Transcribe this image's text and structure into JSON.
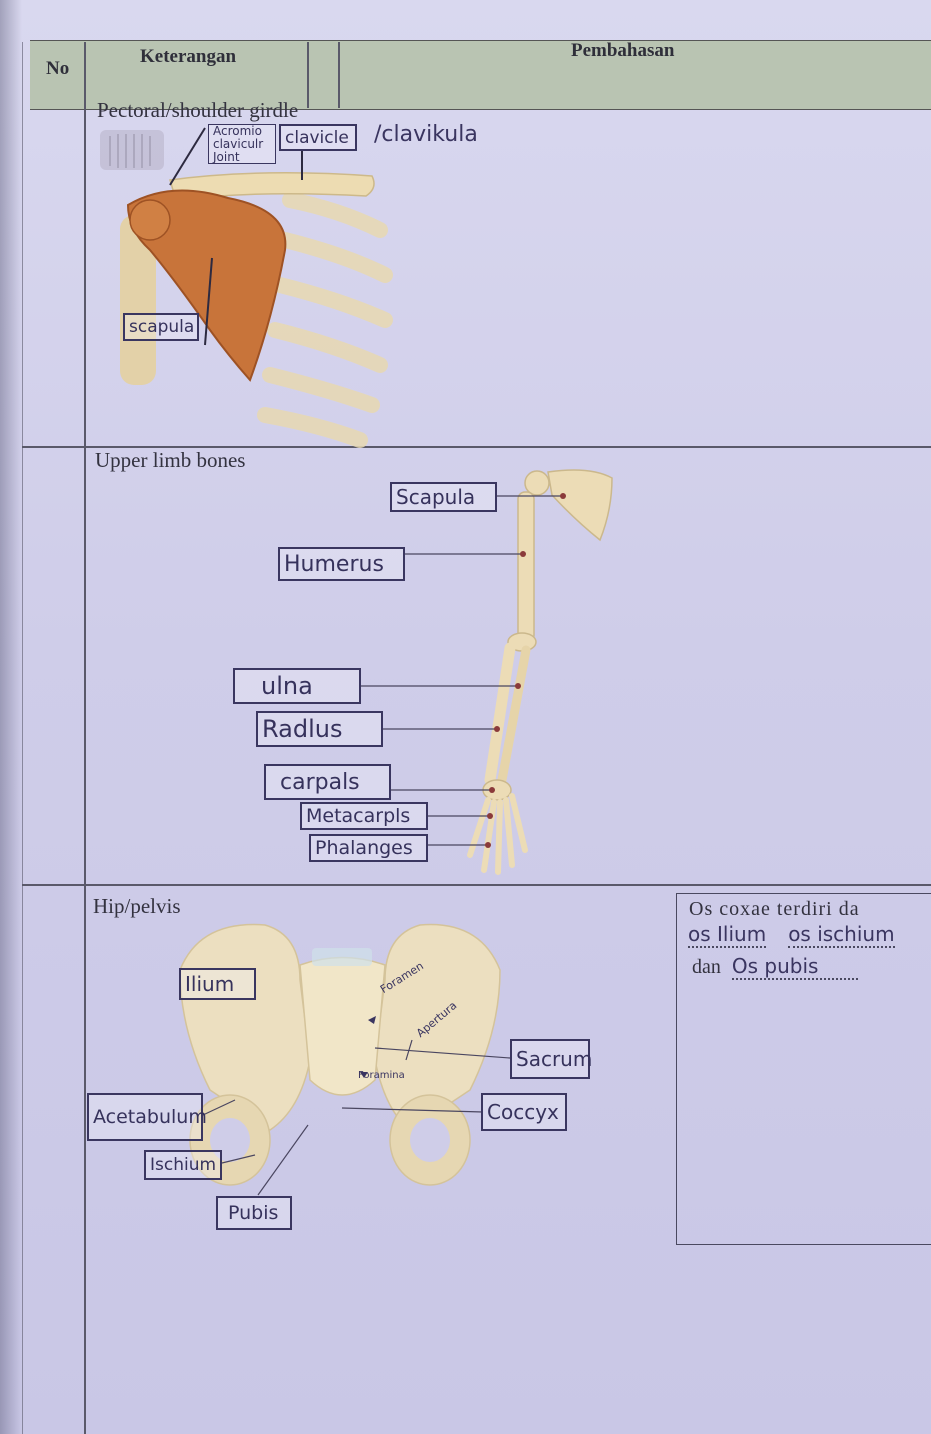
{
  "table": {
    "headers": {
      "no": "No",
      "keterangan": "Keterangan",
      "pembahasan": "Pembahasan"
    }
  },
  "sections": {
    "pectoral": {
      "title": "Pectoral/shoulder girdle",
      "labels": {
        "acromio": "Acromio claviculr Joint",
        "clavicle": "clavicle",
        "clavicle_note": "/clavikula",
        "scapula": "scapula"
      }
    },
    "upper_limb": {
      "title": "Upper limb bones",
      "labels": {
        "scapula": "Scapula",
        "humerus": "Humerus",
        "ulna": "ulna",
        "radius": "Radlus",
        "carpals": "carpals",
        "metacarpals": "Metacarpls",
        "phalanges": "Phalanges"
      }
    },
    "hip": {
      "title": "Hip/pelvis",
      "labels": {
        "ilium": "Ilium",
        "acetabulum": "Acetabulum",
        "ischium": "Ischium",
        "pubis": "Pubis",
        "sacrum": "Sacrum",
        "coccyx": "Coccyx",
        "foramen": "Foramen",
        "apertura": "Apertura",
        "foramina": "Foramina"
      },
      "answer": {
        "line1": "Os coxae terdiri da",
        "line2_fill1": "os Ilium",
        "line2_fill2": "os ischium",
        "line3_prefix": "dan",
        "line3_fill": "Os pubis"
      }
    }
  },
  "colors": {
    "paper": "#d3d2ec",
    "header_fill": "#b9c4b2",
    "bone": "#ecdcb6",
    "scapula_orange": "#c8743a",
    "ink": "#3a3560"
  }
}
